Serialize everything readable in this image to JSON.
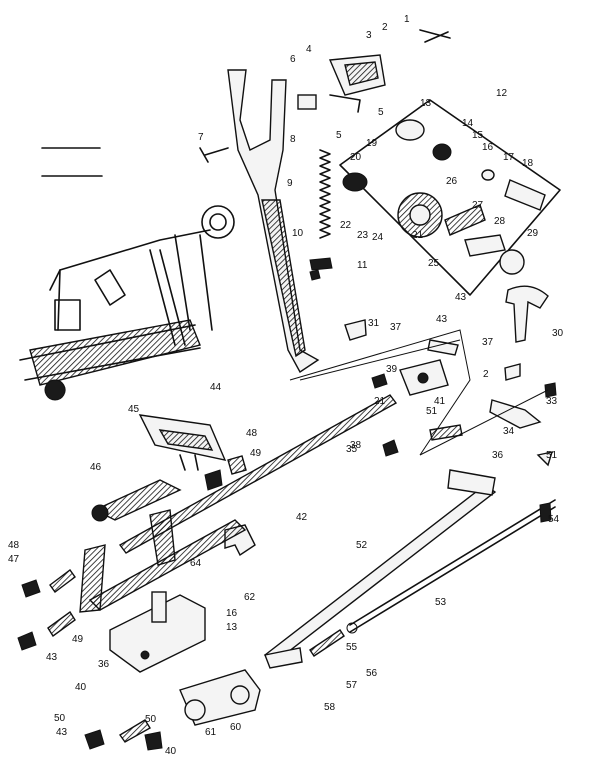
{
  "diagram": {
    "callouts": [
      "1",
      "2",
      "3",
      "4",
      "5",
      "5",
      "6",
      "7",
      "8",
      "9",
      "10",
      "11",
      "12",
      "13",
      "14",
      "15",
      "16",
      "17",
      "18",
      "19",
      "20",
      "21",
      "22",
      "23",
      "24",
      "25",
      "26",
      "27",
      "28",
      "29",
      "30",
      "31",
      "33",
      "34",
      "35",
      "36",
      "37",
      "37",
      "38",
      "39",
      "41",
      "43",
      "43",
      "44",
      "45",
      "46",
      "47",
      "48",
      "48",
      "49",
      "49",
      "50",
      "50",
      "51",
      "51",
      "52",
      "53",
      "54",
      "55",
      "56",
      "57",
      "58",
      "60",
      "61",
      "62",
      "64",
      "40",
      "40",
      "21",
      "2",
      "13",
      "16",
      "36",
      "43",
      "43",
      "42"
    ]
  }
}
